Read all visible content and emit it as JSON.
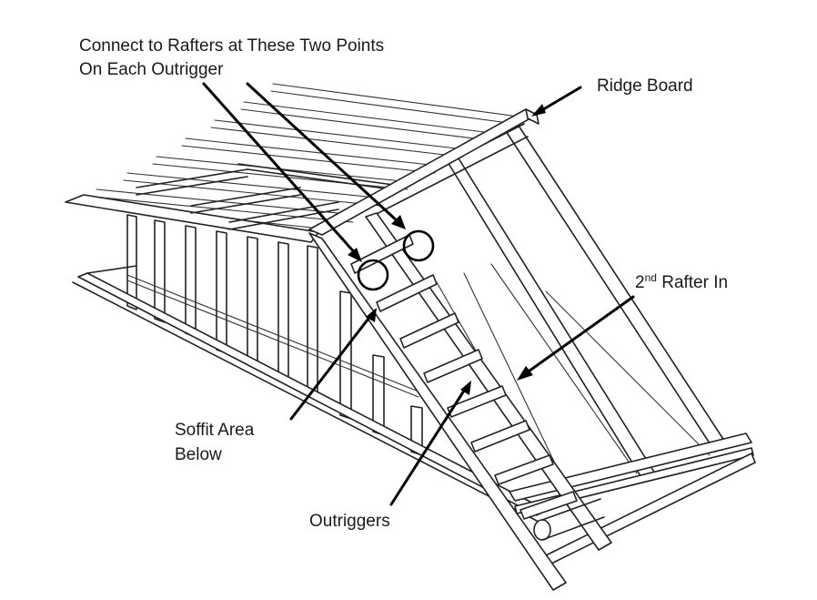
{
  "labels": {
    "connect_line1": "Connect to Rafters at These Two Points",
    "connect_line2": "On Each Outrigger",
    "ridge_board": "Ridge Board",
    "second_rafter_num": "2",
    "second_rafter_sup": "nd",
    "second_rafter_rest": " Rafter In",
    "soffit_line1": "Soffit Area",
    "soffit_line2": "Below",
    "outriggers": "Outriggers"
  },
  "colors": {
    "line": "#222222",
    "leader": "#000000",
    "background": "#ffffff"
  }
}
